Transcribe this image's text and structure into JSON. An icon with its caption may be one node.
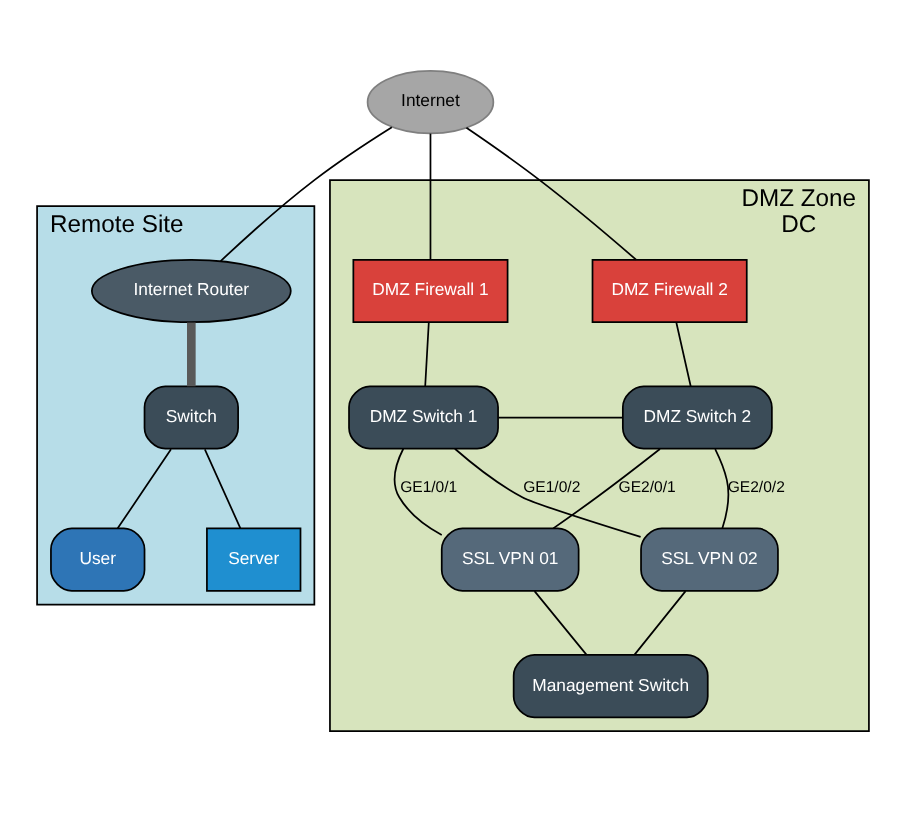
{
  "diagram": {
    "nodes": [
      {
        "text": [
          "Internet"
        ]
      },
      {
        "text": [
          "Remote Site"
        ]
      },
      {
        "text": [
          "Internet Router"
        ],
        "in": 1
      },
      {
        "text": [
          "Switch"
        ],
        "in": 1
      },
      {
        "text": [
          "User"
        ],
        "in": 1
      },
      {
        "text": [
          "Server"
        ],
        "in": 1
      },
      {
        "text": [
          "DMZ Zone",
          "DC"
        ]
      },
      {
        "text": [
          "DMZ Firewall 1"
        ],
        "in": 6
      },
      {
        "text": [
          "DMZ Firewall 2"
        ],
        "in": 6
      },
      {
        "text": [
          "DMZ Switch 1"
        ],
        "in": 6
      },
      {
        "text": [
          "DMZ Switch 2"
        ],
        "in": 6
      },
      {
        "text": [
          "SSL VPN 01"
        ],
        "in": 6
      },
      {
        "text": [
          "SSL VPN 02"
        ],
        "in": 6
      },
      {
        "text": [
          "Management Switch"
        ],
        "in": 6
      }
    ],
    "edges": [
      {
        "from": 0,
        "to": 2,
        "arrow": "none"
      },
      {
        "from": 0,
        "to": 7,
        "arrow": "none"
      },
      {
        "from": 0,
        "to": 8,
        "arrow": "none"
      },
      {
        "from": 2,
        "to": 3,
        "arrow": "none",
        "style": "thick",
        "color": "#595959"
      },
      {
        "from": 3,
        "to": 4,
        "arrow": "none"
      },
      {
        "from": 3,
        "to": 5,
        "arrow": "none"
      },
      {
        "from": 7,
        "to": 9,
        "arrow": "none"
      },
      {
        "from": 8,
        "to": 10,
        "arrow": "none"
      },
      {
        "from": 9,
        "to": 10,
        "arrow": "none"
      },
      {
        "from": 9,
        "to": 11,
        "arrow": "none",
        "label": "GE1/0/1"
      },
      {
        "from": 9,
        "to": 12,
        "arrow": "none",
        "label": "GE1/0/2"
      },
      {
        "from": 10,
        "to": 11,
        "arrow": "none",
        "label": "GE2/0/1"
      },
      {
        "from": 10,
        "to": 12,
        "arrow": "none",
        "label": "GE2/0/2"
      },
      {
        "from": 11,
        "to": 13,
        "arrow": "none"
      },
      {
        "from": 12,
        "to": 13,
        "arrow": "none"
      }
    ]
  }
}
